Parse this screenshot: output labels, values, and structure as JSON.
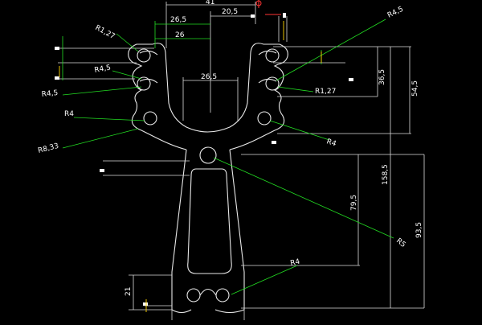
{
  "dimensions": {
    "d41": "41",
    "d20_5": "20,5",
    "d26_5_top": "26,5",
    "d26": "26",
    "d26_5_mid": "26,5",
    "r1_27_left": "R1,27",
    "r4_5_upper_left": "R4,5",
    "r4_5_left": "R4,5",
    "r4_left": "R4",
    "r8_33": "R8,33",
    "r4_5_right": "R4,5",
    "r1_27_right": "R1,27",
    "r4_right": "R4",
    "r5": "R5",
    "r4_bottom": "R4",
    "v36_5": "36,5",
    "v54_5": "54,5",
    "v158_5": "158,5",
    "v79_5": "79,5",
    "v93_5": "93,5",
    "v21": "21"
  },
  "colors": {
    "background": "#000000",
    "outline": "#e8e8e8",
    "leader": "#22dd22",
    "extension": "#dcdcdc",
    "center_mark": "#ff3333",
    "arrow_marker": "#ffd400"
  }
}
